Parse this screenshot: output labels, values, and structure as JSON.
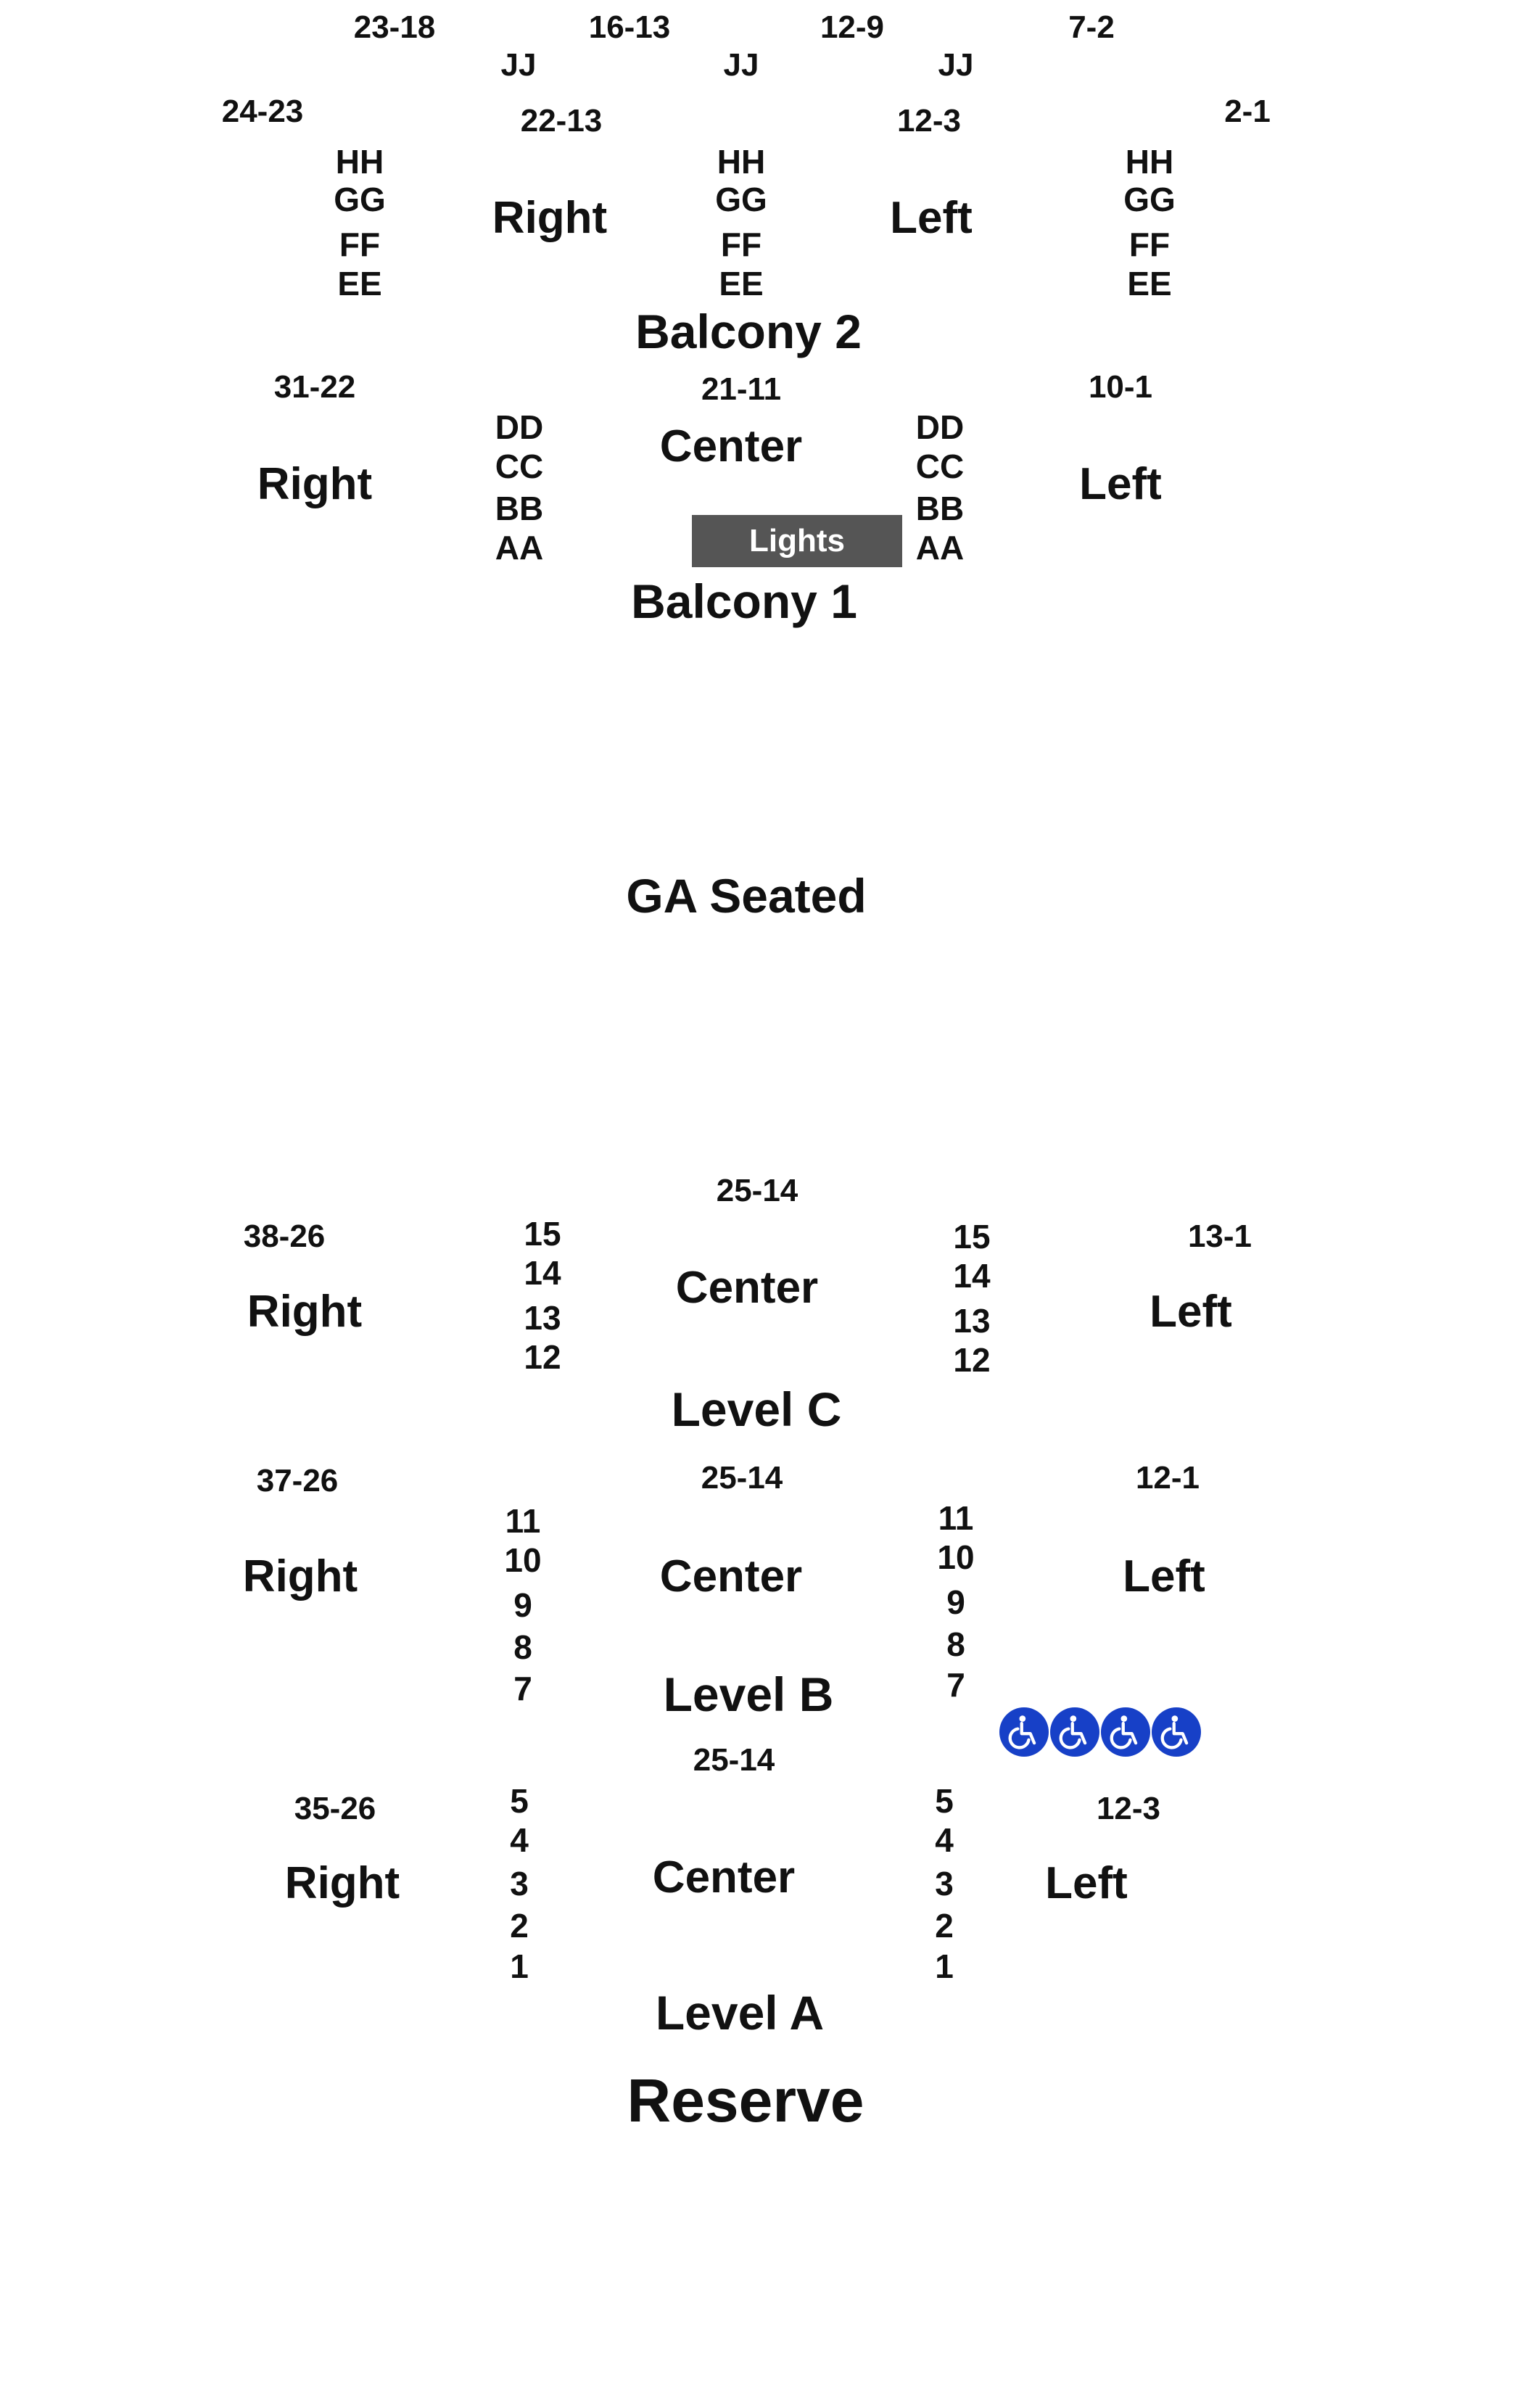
{
  "colors": {
    "lights_block": "#555555",
    "accessible": "#1740c7",
    "text": "#111111"
  },
  "balcony2": {
    "title": "Balcony 2",
    "seat_ranges": [
      "23-18",
      "16-13",
      "12-9",
      "7-2",
      "24-23",
      "22-13",
      "12-3",
      "2-1"
    ],
    "row_jj": "JJ",
    "rows": [
      "HH",
      "GG",
      "FF",
      "EE"
    ],
    "sections": {
      "right": "Right",
      "left": "Left"
    }
  },
  "balcony1": {
    "title": "Balcony 1",
    "seat_ranges": [
      "31-22",
      "21-11",
      "10-1"
    ],
    "rows": [
      "DD",
      "CC",
      "BB",
      "AA"
    ],
    "sections": {
      "right": "Right",
      "center": "Center",
      "left": "Left"
    },
    "lights": "Lights"
  },
  "ga": {
    "title": "GA Seated"
  },
  "level_c": {
    "title": "Level C",
    "seat_ranges": [
      "38-26",
      "25-14",
      "13-1"
    ],
    "rows": [
      "15",
      "14",
      "13",
      "12"
    ],
    "sections": {
      "right": "Right",
      "center": "Center",
      "left": "Left"
    }
  },
  "level_b": {
    "title": "Level B",
    "seat_ranges": [
      "37-26",
      "25-14",
      "12-1"
    ],
    "rows": [
      "11",
      "10",
      "9",
      "8",
      "7"
    ],
    "sections": {
      "right": "Right",
      "center": "Center",
      "left": "Left"
    },
    "accessible_icons": [
      "wheelchair-icon",
      "wheelchair-icon",
      "wheelchair-icon",
      "wheelchair-icon"
    ]
  },
  "level_a": {
    "title": "Level A",
    "seat_ranges": [
      "35-26",
      "25-14",
      "12-3"
    ],
    "rows": [
      "5",
      "4",
      "3",
      "2",
      "1"
    ],
    "sections": {
      "right": "Right",
      "center": "Center",
      "left": "Left"
    }
  },
  "reserve": {
    "title": "Reserve"
  }
}
